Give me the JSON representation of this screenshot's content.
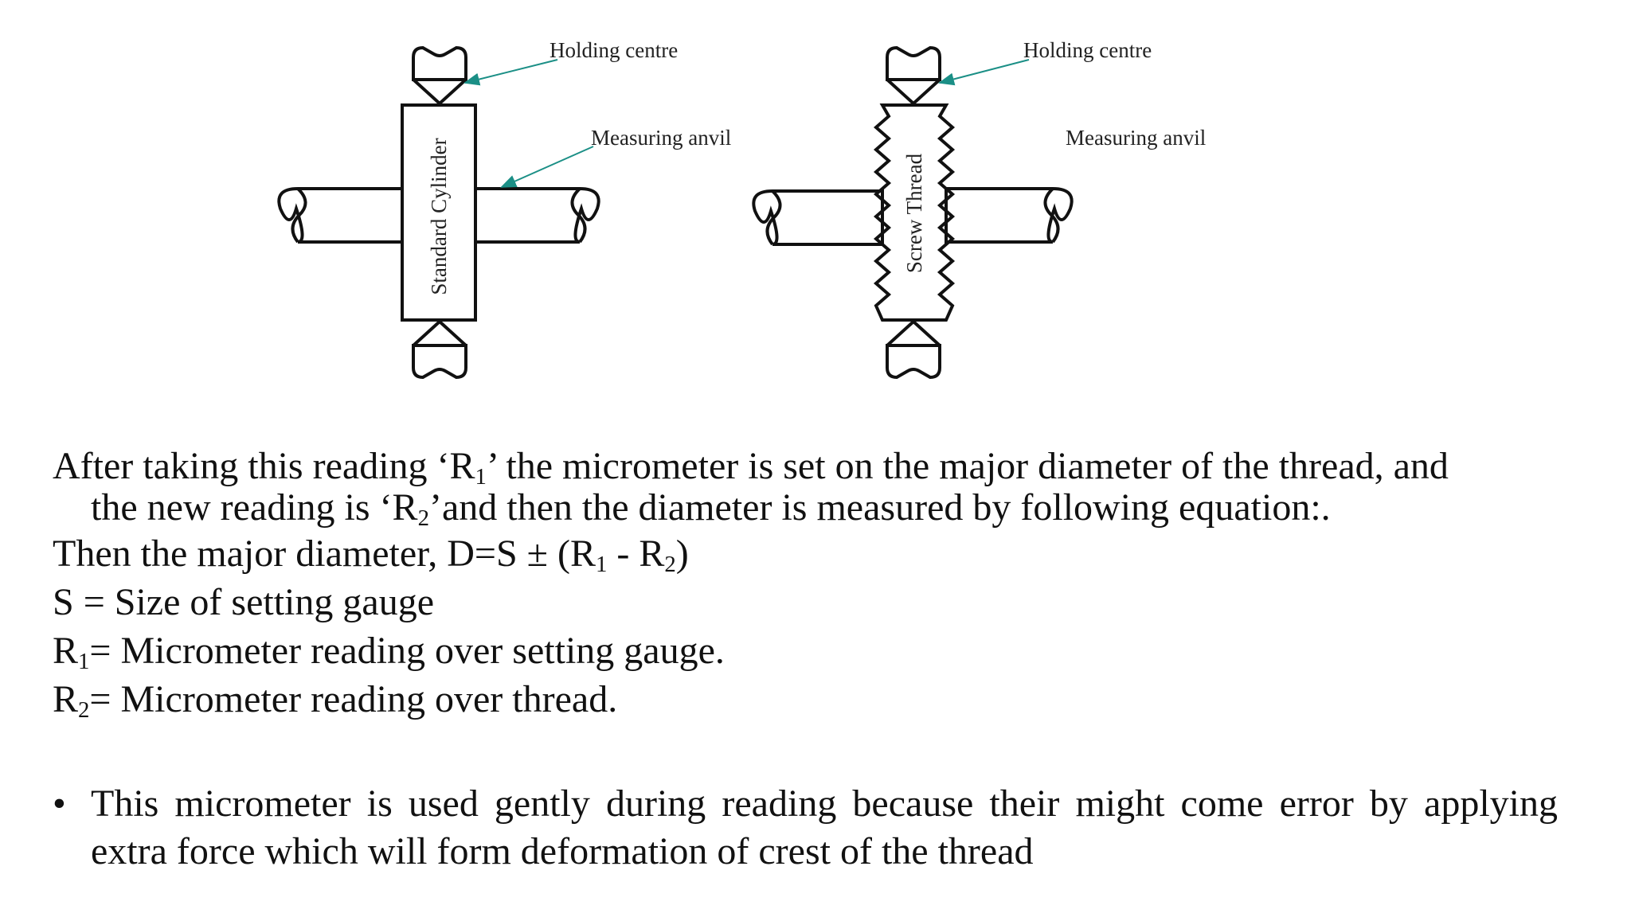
{
  "figure": {
    "left": {
      "holding_label": "Holding centre",
      "anvil_label": "Measuring anvil",
      "body_label": "Standard Cylinder"
    },
    "right": {
      "holding_label": "Holding centre",
      "anvil_label": "Measuring anvil",
      "body_label": "Screw Thread"
    },
    "pointer_color": "#1b8f86"
  },
  "text": {
    "para1_a": "After taking this reading ‘R",
    "para1_sub1": "1",
    "para1_b": "’ the micrometer is set on the major diameter of the thread, and",
    "para1_c": "the new reading is ‘R",
    "para1_sub2": "2",
    "para1_d": "’and then the diameter is measured by following equation:.",
    "eq_a": "Then the major diameter, D=S ± (R",
    "eq_sub1": "1",
    "eq_b": " - R",
    "eq_sub2": "2",
    "eq_c": ")",
    "def_s": "S = Size of setting gauge",
    "def_r1_a": "R",
    "def_r1_sub": "1",
    "def_r1_b": "= Micrometer reading over setting gauge.",
    "def_r2_a": "R",
    "def_r2_sub": "2",
    "def_r2_b": "= Micrometer reading over thread.",
    "bullet_symbol": "•",
    "bullet_text": "This micrometer is used gently during reading because their might come error by applying extra force which will form deformation of crest of the thread"
  }
}
